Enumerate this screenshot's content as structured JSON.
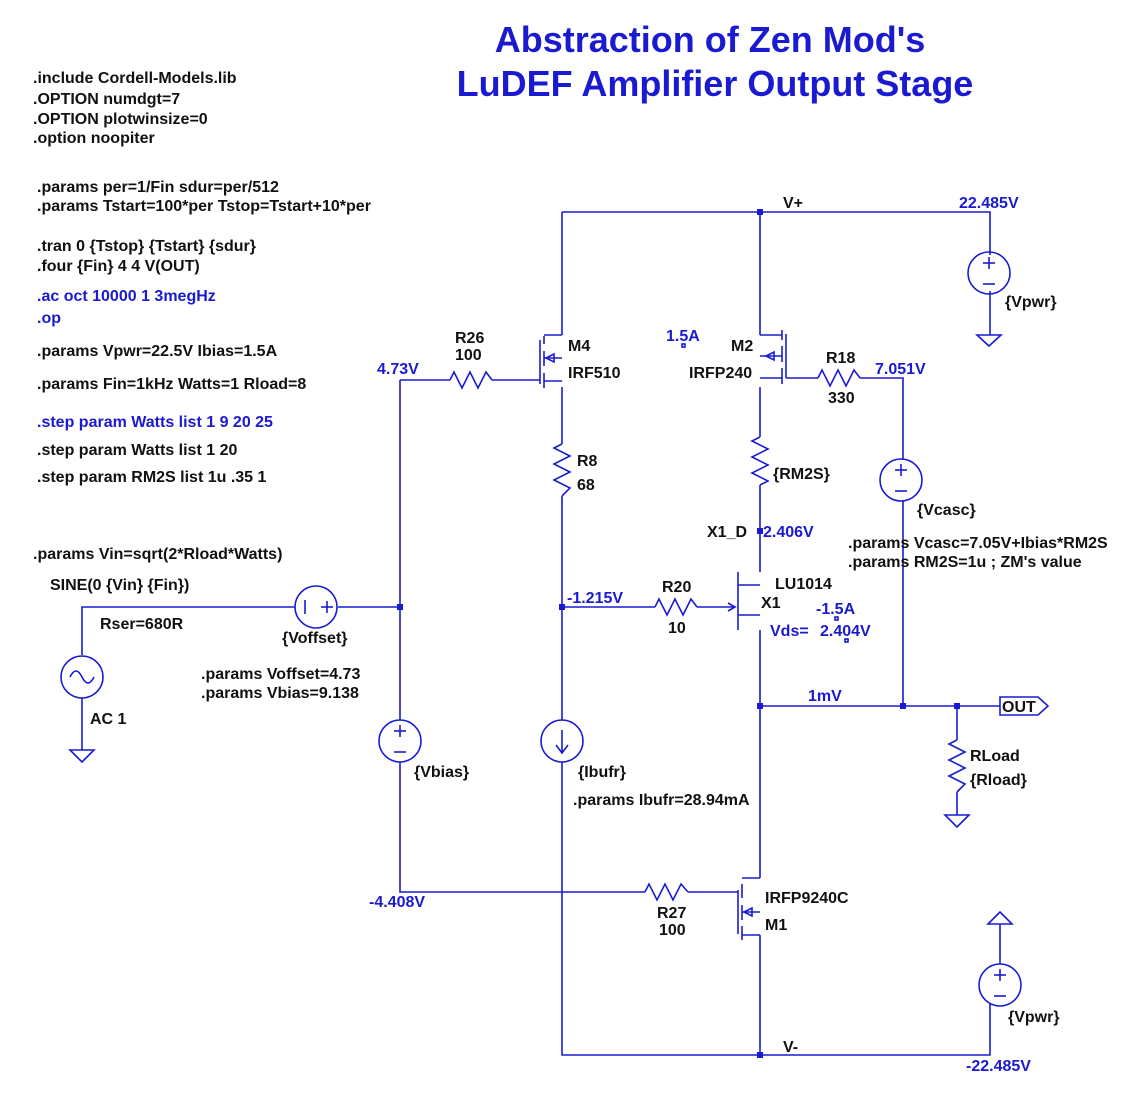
{
  "title": {
    "line1": "Abstraction of Zen Mod's",
    "line2": "LuDEF Amplifier Output Stage"
  },
  "directives": {
    "include": ".include Cordell-Models.lib",
    "numdgt": ".OPTION numdgt=7",
    "plotwinsize": ".OPTION plotwinsize=0",
    "noopiter": ".option noopiter",
    "params_per": ".params per=1/Fin  sdur=per/512",
    "params_tstart": ".params Tstart=100*per Tstop=Tstart+10*per",
    "tran": ".tran 0 {Tstop} {Tstart} {sdur}",
    "four": ".four {Fin} 4 4 V(OUT)",
    "ac": ".ac oct 10000 1 3megHz",
    "op": ".op",
    "params_vpwr": ".params Vpwr=22.5V Ibias=1.5A",
    "params_fin": ".params Fin=1kHz Watts=1 Rload=8",
    "step1": ".step param Watts list 1 9 20 25",
    "step2": ".step param Watts list 1 20",
    "step3": ".step param RM2S list 1u .35 1",
    "params_vin": ".params Vin=sqrt(2*Rload*Watts)",
    "params_voffset": ".params Voffset=4.73",
    "params_vbias": ".params Vbias=9.138",
    "params_ibufr": ".params Ibufr=28.94mA",
    "params_vcasc": ".params Vcasc=7.05V+Ibias*RM2S",
    "params_rm2s": ".params RM2S=1u ; ZM's value"
  },
  "components": {
    "source_sine": "SINE(0 {Vin} {Fin})",
    "source_rser": "Rser=680R",
    "source_ac": "AC 1",
    "voffset": "{Voffset}",
    "vbias": "{Vbias}",
    "ibufr": "{Ibufr}",
    "vcasc": "{Vcasc}",
    "vpwr_top": "{Vpwr}",
    "vpwr_bot": "{Vpwr}",
    "r26_name": "R26",
    "r26_value": "100",
    "r8_name": "R8",
    "r8_value": "68",
    "r20_name": "R20",
    "r20_value": "10",
    "r27_name": "R27",
    "r27_value": "100",
    "r18_name": "R18",
    "r18_value": "330",
    "rm2s_value": "{RM2S}",
    "rload_name": "RLoad",
    "rload_value": "{Rload}",
    "m4_name": "M4",
    "m4_model": "IRF510",
    "m2_name": "M2",
    "m2_model": "IRFP240",
    "m1_name": "M1",
    "m1_model": "IRFP9240C",
    "x1_name": "X1",
    "x1_model": "LU1014",
    "x1_d": "X1_D",
    "vplus": "V+",
    "vminus": "V-",
    "out_label": "OUT",
    "vds_label": "Vds="
  },
  "annotations": {
    "vpos": "22.485V",
    "vneg": "-22.485V",
    "v_gate_m4": "4.73V",
    "v_r18": "7.051V",
    "i_m2": "1.5A",
    "v_r20": "-1.215V",
    "v_x1d": "2.406V",
    "i_x1": "-1.5A",
    "vds_x1": "2.404V",
    "v_out": "1mV",
    "v_gate_m1": "-4.408V"
  },
  "colors": {
    "wire": "#1a1ad0",
    "text": "#111111",
    "annotation": "#1a1ad0",
    "background": "#ffffff"
  }
}
